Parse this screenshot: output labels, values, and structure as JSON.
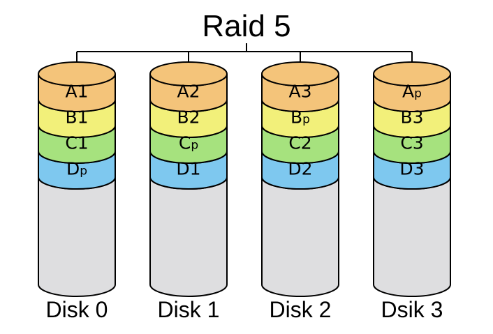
{
  "title": "Raid 5",
  "colors": {
    "row_A": "#f4c47a",
    "row_B": "#f2f07a",
    "row_C": "#a6e27e",
    "row_D": "#7ec8ef",
    "empty": "#dedee0",
    "line": "#000000"
  },
  "disks": [
    {
      "label": "Disk 0",
      "blocks": [
        {
          "main": "A",
          "sub": "1",
          "row": "A"
        },
        {
          "main": "B",
          "sub": "1",
          "row": "B"
        },
        {
          "main": "C",
          "sub": "1",
          "row": "C"
        },
        {
          "main": "D",
          "sub": "p",
          "row": "D"
        }
      ]
    },
    {
      "label": "Disk 1",
      "blocks": [
        {
          "main": "A",
          "sub": "2",
          "row": "A"
        },
        {
          "main": "B",
          "sub": "2",
          "row": "B"
        },
        {
          "main": "C",
          "sub": "p",
          "row": "C"
        },
        {
          "main": "D",
          "sub": "1",
          "row": "D"
        }
      ]
    },
    {
      "label": "Disk 2",
      "blocks": [
        {
          "main": "A",
          "sub": "3",
          "row": "A"
        },
        {
          "main": "B",
          "sub": "p",
          "row": "B"
        },
        {
          "main": "C",
          "sub": "2",
          "row": "C"
        },
        {
          "main": "D",
          "sub": "2",
          "row": "D"
        }
      ]
    },
    {
      "label": "Dsik 3",
      "blocks": [
        {
          "main": "A",
          "sub": "p",
          "row": "A"
        },
        {
          "main": "B",
          "sub": "3",
          "row": "B"
        },
        {
          "main": "C",
          "sub": "3",
          "row": "C"
        },
        {
          "main": "D",
          "sub": "3",
          "row": "D"
        }
      ]
    }
  ]
}
